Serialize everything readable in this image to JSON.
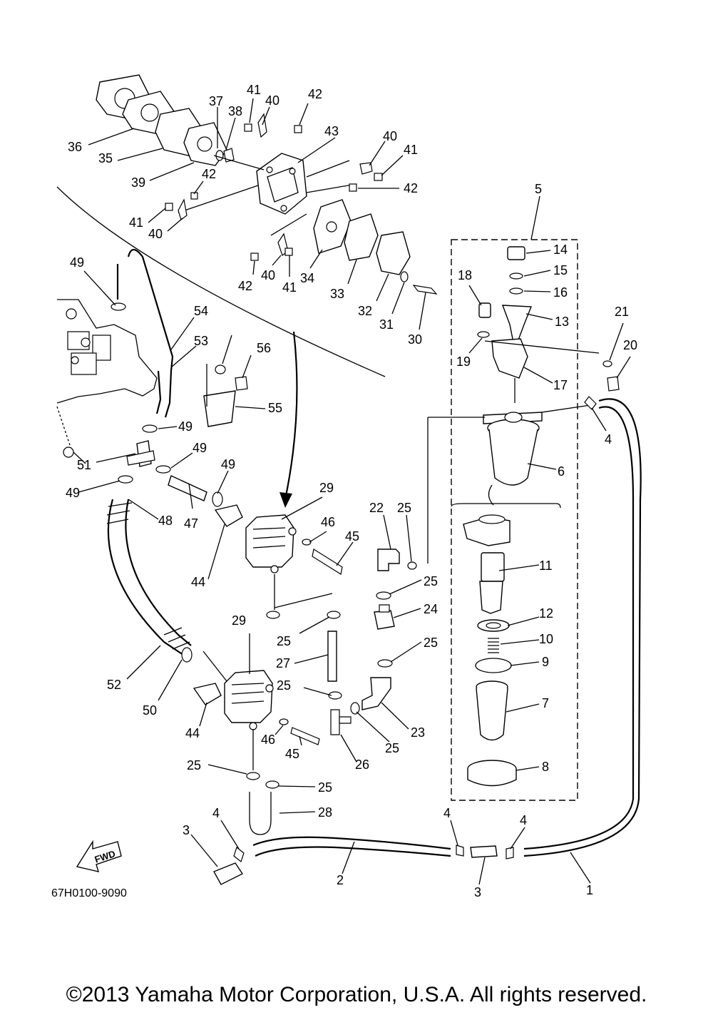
{
  "diagram": {
    "part_number": "67H0100-9090",
    "fwd_label": "FWD",
    "callouts": [
      "1",
      "2",
      "3",
      "3",
      "4",
      "4",
      "4",
      "4",
      "5",
      "6",
      "7",
      "8",
      "9",
      "10",
      "11",
      "12",
      "13",
      "14",
      "15",
      "16",
      "17",
      "18",
      "19",
      "20",
      "21",
      "22",
      "23",
      "24",
      "25",
      "25",
      "25",
      "25",
      "25",
      "25",
      "25",
      "25",
      "26",
      "27",
      "28",
      "29",
      "29",
      "30",
      "31",
      "32",
      "33",
      "34",
      "35",
      "36",
      "37",
      "38",
      "39",
      "40",
      "40",
      "40",
      "40",
      "41",
      "41",
      "41",
      "41",
      "42",
      "42",
      "42",
      "42",
      "43",
      "44",
      "44",
      "45",
      "45",
      "46",
      "46",
      "47",
      "48",
      "49",
      "49",
      "49",
      "49",
      "49",
      "50",
      "51",
      "52",
      "53",
      "54",
      "55",
      "56"
    ]
  },
  "footer": {
    "copyright": "©2013 Yamaha Motor Corporation, U.S.A. All rights reserved."
  }
}
